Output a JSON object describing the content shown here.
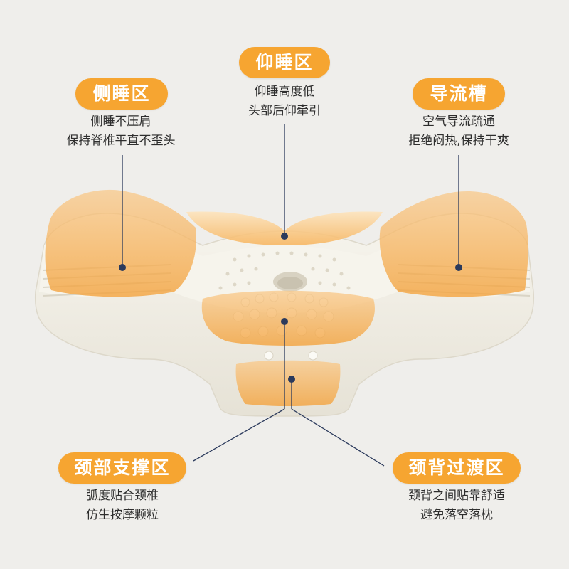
{
  "zones": {
    "back_sleep": {
      "title": "仰睡区",
      "lines": [
        "仰睡高度低",
        "头部后仰牵引"
      ]
    },
    "side_sleep": {
      "title": "侧睡区",
      "lines": [
        "侧睡不压肩",
        "保持脊椎平直不歪头"
      ]
    },
    "airflow": {
      "title": "导流槽",
      "lines": [
        "空气导流疏通",
        "拒绝闷热,保持干爽"
      ]
    },
    "neck_support": {
      "title": "颈部支撑区",
      "lines": [
        "弧度贴合颈椎",
        "仿生按摩颗粒"
      ]
    },
    "neck_transition": {
      "title": "颈背过渡区",
      "lines": [
        "颈背之间贴靠舒适",
        "避免落空落枕"
      ]
    }
  },
  "colors": {
    "accent": "#f6a531",
    "leader_line": "#2b3a5c",
    "background": "#efeeeb",
    "pillow": "#f4f2ea"
  }
}
